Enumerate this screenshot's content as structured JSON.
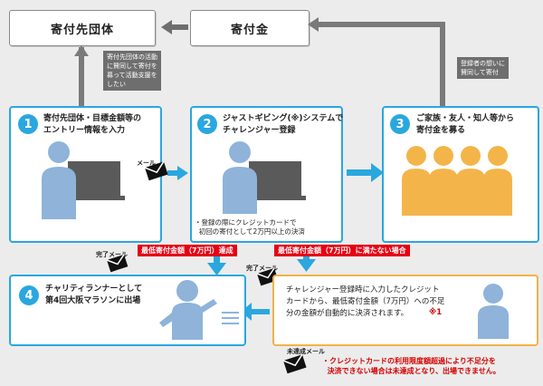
{
  "top": {
    "left_box": "寄付先団体",
    "right_box": "寄付金"
  },
  "tags": {
    "dark_left": "寄付先団体の活動\nに賛同して寄付を\n募って活動支援を\nしたい",
    "dark_right": "登録者の想いに\n賛同して寄付"
  },
  "steps": [
    {
      "num": "1",
      "text": "寄付先団体・目標金額等の\nエントリー情報を入力"
    },
    {
      "num": "2",
      "text": "ジャストギビング(※)システムで\nチャレンジャー登録",
      "note": "・登録の際にクレジットカードで\n  初回の寄付として2万円以上の決済"
    },
    {
      "num": "3",
      "text": "ご家族・友人・知人等から\n寄付金を募る"
    },
    {
      "num": "4",
      "text": "チャリティランナーとして\n第4回大阪マラソンに出場"
    }
  ],
  "mail_labels": {
    "step1": "メール",
    "complete_left": "完了メール",
    "complete_right": "完了メール",
    "unachieved": "未達成メール"
  },
  "conditions": {
    "achieved": "最低寄付金額（7万円）達成",
    "not_achieved": "最低寄付金額（7万円）に満たない場合"
  },
  "fallback_text": "チャレンジャー登録時に入力したクレジット\nカードから、最低寄付金額（7万円）への不足\n分の金額が自動的に決済されます。",
  "fallback_mark": "※1",
  "footnote": "・クレジットカードの利用限度額超過により不足分を\n  決済できない場合は未達成となり、出場できません。",
  "colors": {
    "blue": "#2aa7df",
    "orange": "#f2b24a",
    "red": "#e60012",
    "figure": "#8fb3d9",
    "figure_orange": "#f3b54a"
  }
}
